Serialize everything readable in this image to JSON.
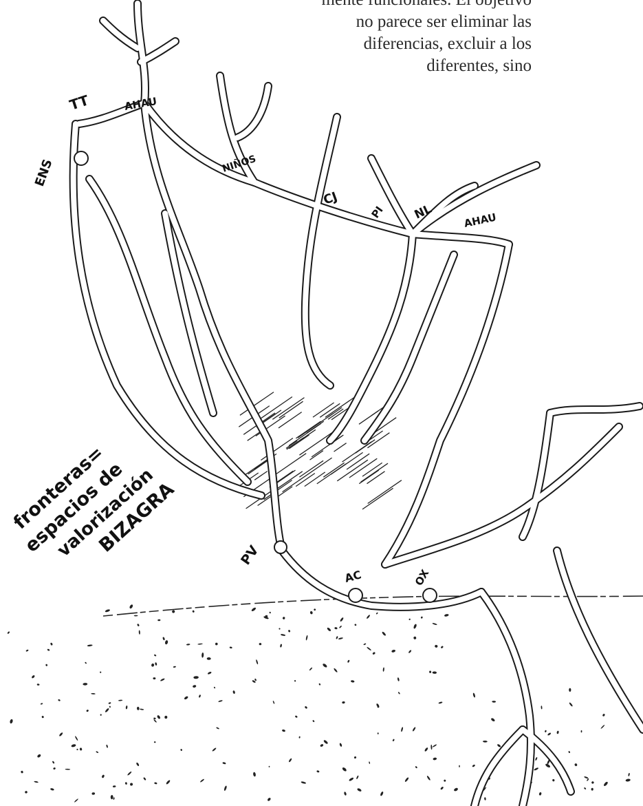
{
  "paragraph": {
    "lines": [
      "mente funcionales. El objetivo",
      "no parece ser eliminar las",
      "diferencias, excluir a los",
      "diferentes, sino"
    ]
  },
  "branch_labels": {
    "tt": "TT",
    "ahau": "AHAU",
    "ens": "ENS",
    "ninos": "NIÑOS",
    "cj": "CJ",
    "pi": "PI",
    "nl": "NL",
    "ahau_right": "AHAU",
    "pv": "PV",
    "ac": "AC",
    "ox": "OX"
  },
  "annotation": {
    "line1": "fronteras=",
    "line2": "espacios de",
    "line3": "valorización",
    "line4": "BIZAGRA"
  },
  "colors": {
    "ink": "#1a1a1a",
    "paper": "#ffffff",
    "text": "#2a2a2a"
  }
}
